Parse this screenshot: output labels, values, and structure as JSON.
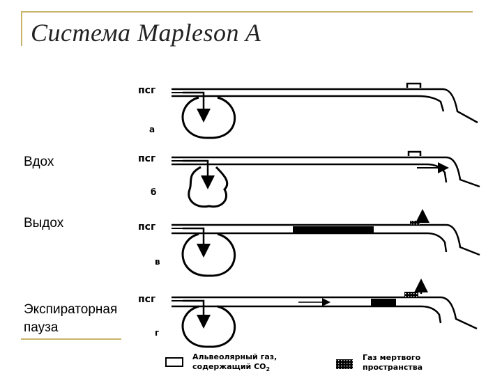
{
  "slide": {
    "title": "Система Mapleson A"
  },
  "phases": {
    "inhale": "Вдох",
    "exhale": "Выдох",
    "pause_line1": "Экспираторная",
    "pause_line2": "пауза"
  },
  "diagram": {
    "panels": [
      {
        "gas_label": "псг",
        "letter": "а"
      },
      {
        "gas_label": "псг",
        "letter": "б"
      },
      {
        "gas_label": "псг",
        "letter": "в"
      },
      {
        "gas_label": "псг",
        "letter": "г"
      }
    ],
    "legend": {
      "alveolar_line1": "Альвеолярный газ,",
      "alveolar_line2": "содержащий CO",
      "alveolar_sub": "2",
      "deadspace_line1": "Газ мертвого",
      "deadspace_line2": "пространства"
    }
  }
}
